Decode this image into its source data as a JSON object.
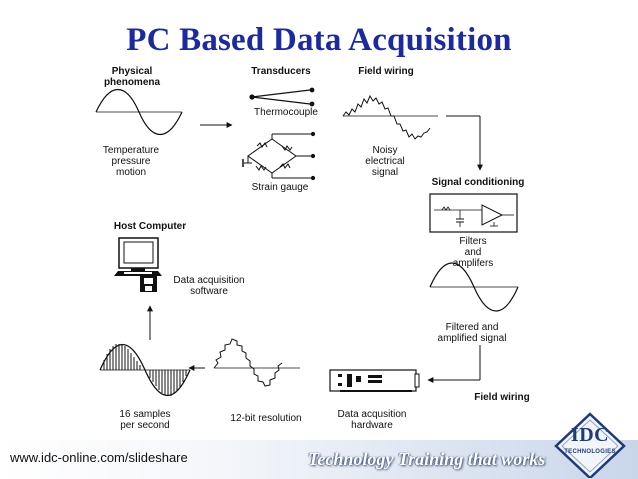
{
  "title": "PC Based Data Acquisition",
  "labels": {
    "physical_phenomena": "Physical\nphenomena",
    "transducers": "Transducers",
    "field_wiring_top": "Field wiring",
    "temperature": "Temperature\npressure\nmotion",
    "thermocouple": "Thermocouple",
    "strain_gauge": "Strain gauge",
    "noisy_signal": "Noisy\nelectrical\nsignal",
    "signal_conditioning": "Signal conditioning",
    "filters": "Filters\nand\namplifers",
    "filtered_signal": "Filtered and\namplified signal",
    "field_wiring_bottom": "Field wiring",
    "daq_hardware": "Data acqusition\nhardware",
    "resolution": "12-bit resolution",
    "samples": "16 samples\nper second",
    "host_computer": "Host Computer",
    "daq_software": "Data acquisition\nsoftware"
  },
  "footer": {
    "url": "www.idc-online.com/slideshare",
    "tagline": "Technology Training that works"
  },
  "logo": {
    "text": "IDC",
    "sub": "TECHNOLOGIES"
  },
  "colors": {
    "title": "#1d2a9e",
    "logo": "#1e3a7a"
  }
}
